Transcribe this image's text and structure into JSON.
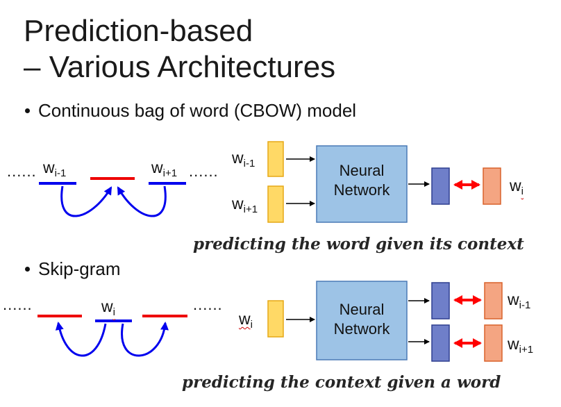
{
  "slide": {
    "title_line1": "Prediction-based",
    "title_line2": "– Various Architectures"
  },
  "cbow": {
    "bullet": "Continuous bag of word (CBOW) model",
    "dots_left": "......",
    "dots_right": "......",
    "left_word": {
      "base": "w",
      "sub": "i-1"
    },
    "right_word": {
      "base": "w",
      "sub": "i+1"
    },
    "input_top": {
      "base": "w",
      "sub": "i-1"
    },
    "input_bottom": {
      "base": "w",
      "sub": "i+1"
    },
    "nn_line1": "Neural",
    "nn_line2": "Network",
    "target": {
      "base": "w",
      "sub": "i"
    },
    "caption": "predicting the word given its context"
  },
  "skipgram": {
    "bullet": "Skip-gram",
    "dots_left": "......",
    "dots_right": "......",
    "center_word": {
      "base": "w",
      "sub": "i"
    },
    "input": {
      "base": "w",
      "sub": "i"
    },
    "nn_line1": "Neural",
    "nn_line2": "Network",
    "out_top": {
      "base": "w",
      "sub": "i-1"
    },
    "out_bottom": {
      "base": "w",
      "sub": "i+1"
    },
    "caption": "predicting the context given a word"
  },
  "colors": {
    "blue_line": "#0000ee",
    "red_line": "#ee0000",
    "nn_fill": "#9dc3e6",
    "nn_stroke": "#4a7ab5",
    "input_fill": "#ffd966",
    "input_stroke": "#e6a817",
    "vec_fill": "#6f7fc9",
    "vec_stroke": "#2f3f8f",
    "target_fill": "#f4a582",
    "target_stroke": "#d9622b",
    "red_arrow": "#ff0000"
  }
}
